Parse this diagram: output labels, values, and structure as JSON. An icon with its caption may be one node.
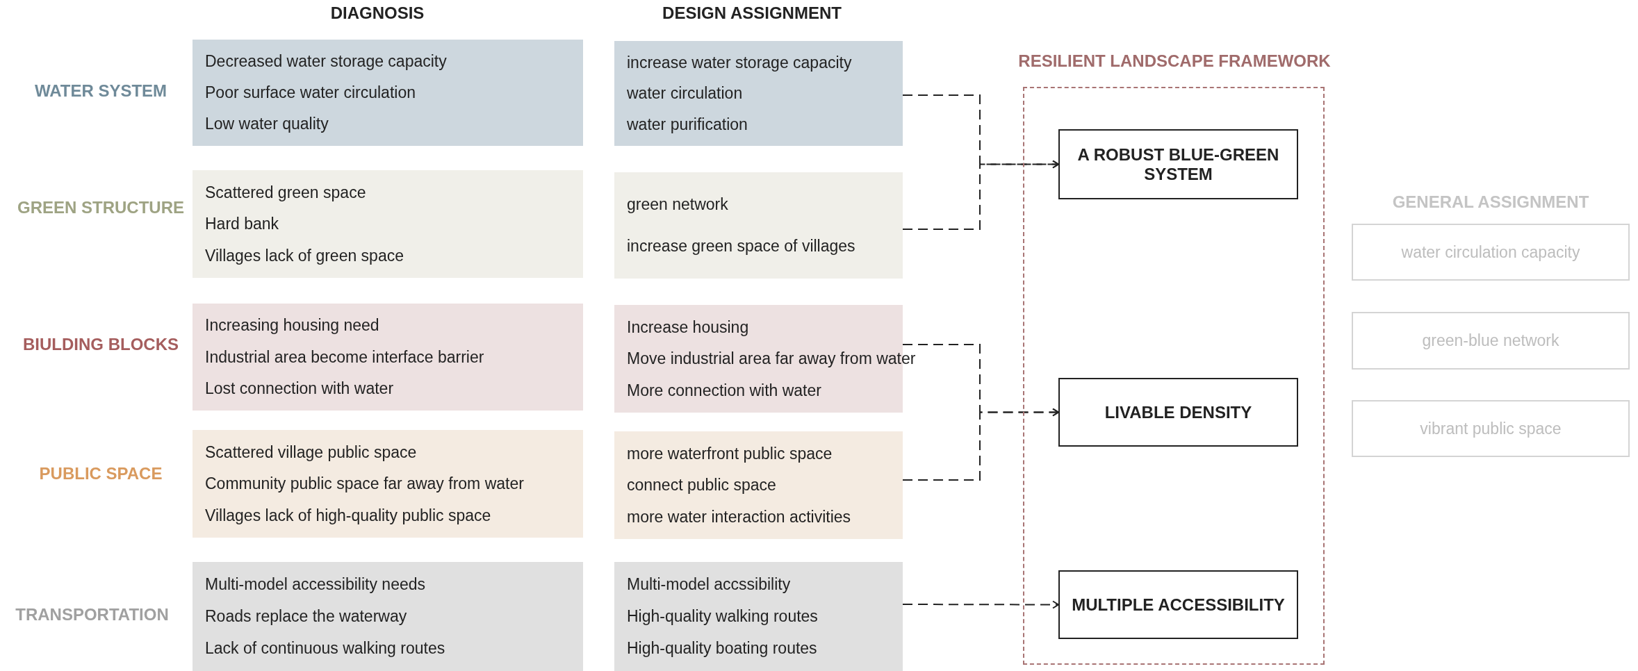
{
  "diagram": {
    "nodes": [
      {
        "text": [
          "Decreased water storage capacity",
          "Poor surface water circulation",
          "Low water quality"
        ]
      },
      {
        "text": [
          "increase water storage capacity",
          "water circulation",
          "water purification"
        ]
      },
      {
        "text": [
          "Scattered green space",
          "Hard bank",
          "Villages lack of green space"
        ]
      },
      {
        "text": [
          "green network",
          "increase green space of villages"
        ]
      },
      {
        "text": [
          "Increasing housing need",
          "Industrial area become interface barrier",
          "Lost connection with water"
        ]
      },
      {
        "text": [
          "Increase housing",
          "Move industrial area far away from water",
          "More connection with water"
        ]
      },
      {
        "text": [
          "Scattered village public space",
          "Community public space far away from water",
          "Villages lack of high-quality public space"
        ]
      },
      {
        "text": [
          "more waterfront public space",
          "connect public space",
          "more water interaction activities"
        ]
      },
      {
        "text": [
          "Multi-model accessibility needs",
          "Roads replace the waterway",
          "Lack of continuous walking routes"
        ]
      },
      {
        "text": [
          "Multi-model accssibility",
          "High-quality walking routes",
          "High-quality boating routes"
        ]
      },
      {
        "text": [
          "RESILIENT LANDSCAPE FRAMEWORK"
        ]
      },
      {
        "text": [
          "A ROBUST BLUE-GREEN SYSTEM"
        ],
        "in": 10
      },
      {
        "text": [
          "LIVABLE DENSITY"
        ],
        "in": 10
      },
      {
        "text": [
          "MULTIPLE ACCESSIBILITY"
        ],
        "in": 10
      },
      {
        "text": [
          "water circulation capacity"
        ]
      },
      {
        "text": [
          "green-blue network"
        ]
      },
      {
        "text": [
          "vibrant public space"
        ]
      }
    ],
    "edges": [
      {
        "from": 1,
        "to": 11,
        "arrow": "to",
        "style": "dashed"
      },
      {
        "from": 3,
        "to": 11,
        "arrow": "to",
        "style": "dashed"
      },
      {
        "from": 5,
        "to": 12,
        "arrow": "to",
        "style": "dashed"
      },
      {
        "from": 7,
        "to": 12,
        "arrow": "to",
        "style": "dashed"
      },
      {
        "from": 9,
        "to": 13,
        "arrow": "to",
        "style": "dashed"
      }
    ],
    "labels": [
      "DIAGNOSIS",
      "DESIGN ASSIGNMENT",
      "WATER SYSTEM",
      "GREEN STRUCTURE",
      "BIULDING BLOCKS",
      "PUBLIC SPACE",
      "TRANSPORTATION",
      "GENERAL ASSIGNMENT"
    ]
  }
}
